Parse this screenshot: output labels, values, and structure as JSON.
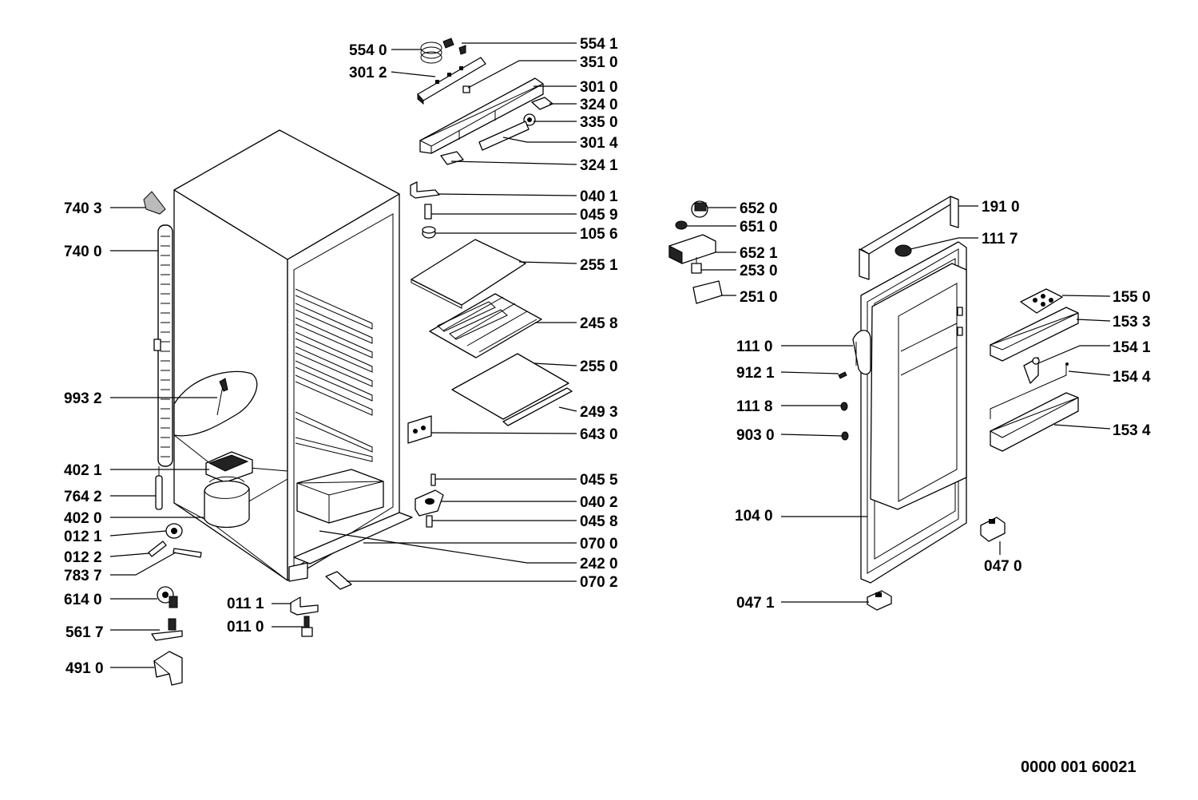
{
  "diagram": {
    "document_number": "0000 001 60021",
    "labels": {
      "p5540": "554 0",
      "p5541": "554 1",
      "p3510": "351 0",
      "p3012": "301 2",
      "p3010": "301 0",
      "p3240": "324 0",
      "p3350": "335 0",
      "p3014": "301 4",
      "p3241": "324 1",
      "p0401": "040 1",
      "p0459": "045 9",
      "p1056": "105 6",
      "p2551": "255 1",
      "p2458": "245 8",
      "p2550": "255 0",
      "p2493": "249 3",
      "p6430": "643 0",
      "p0455": "045 5",
      "p0402": "040 2",
      "p0458": "045 8",
      "p0700": "070 0",
      "p2420": "242 0",
      "p0702": "070 2",
      "p7403": "740 3",
      "p7400": "740 0",
      "p9932": "993 2",
      "p4021": "402 1",
      "p7642": "764 2",
      "p4020": "402 0",
      "p0121": "012 1",
      "p0122": "012 2",
      "p7837": "783 7",
      "p6140": "614 0",
      "p5617": "561 7",
      "p4910": "491 0",
      "p0111": "011 1",
      "p0110": "011 0",
      "p6520": "652 0",
      "p6510": "651 0",
      "p6521": "652 1",
      "p2530": "253 0",
      "p2510": "251 0",
      "p1910": "191 0",
      "p1117": "111 7",
      "p1550": "155 0",
      "p1533": "153 3",
      "p1541": "154 1",
      "p1544": "154 4",
      "p1534": "153 4",
      "p1110": "111 0",
      "p9121": "912 1",
      "p1118": "111 8",
      "p9030": "903 0",
      "p1040": "104 0",
      "p0470": "047 0",
      "p0471": "047 1"
    }
  }
}
